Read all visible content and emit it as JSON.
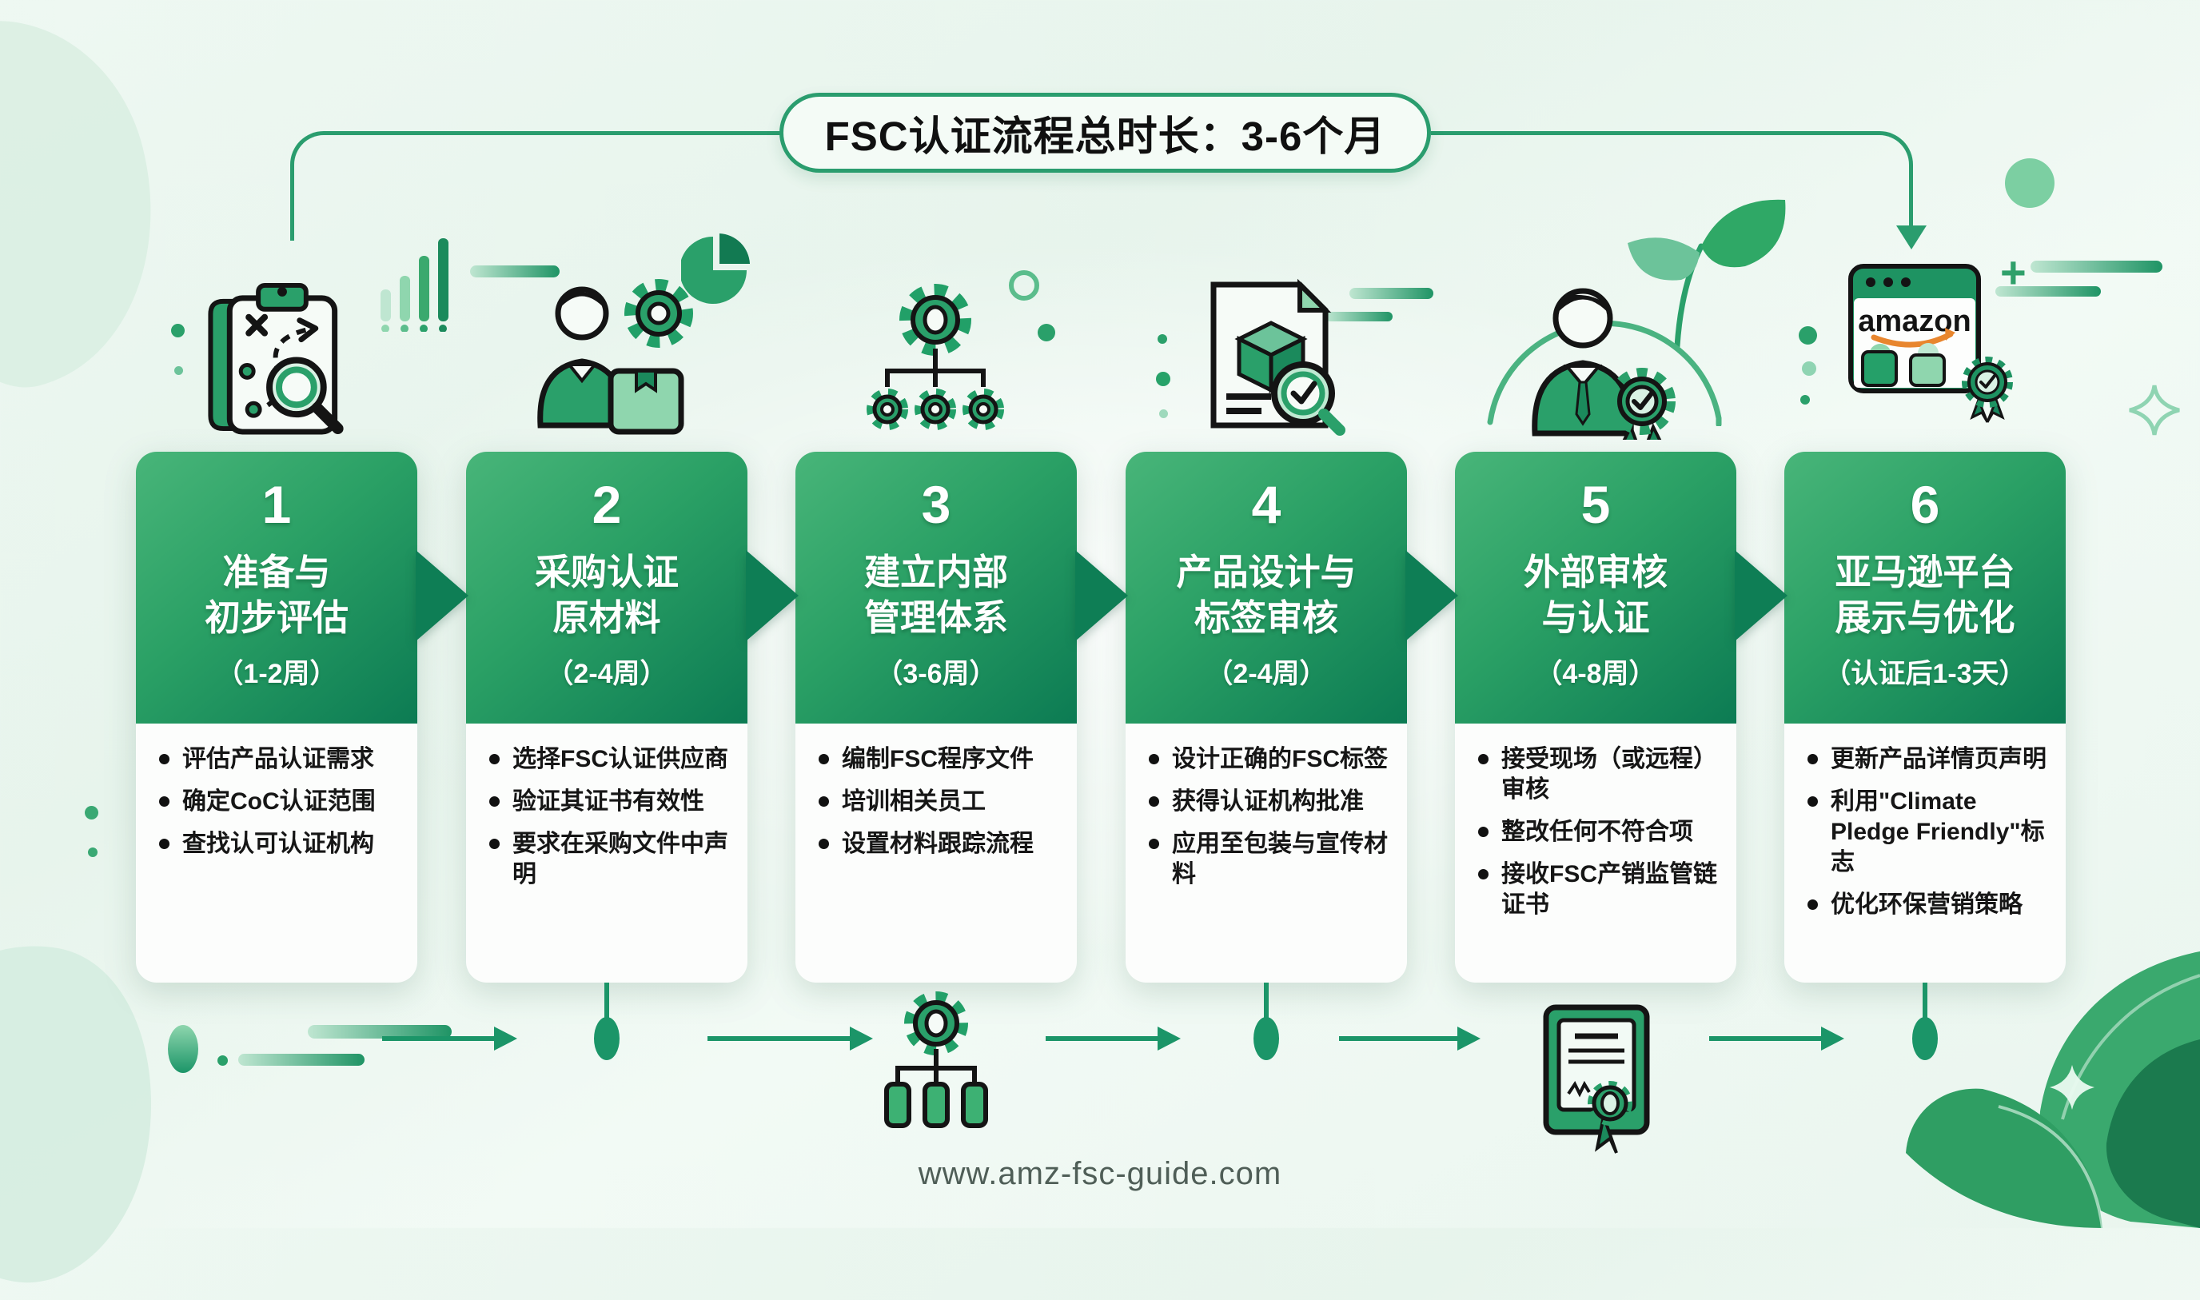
{
  "banner": {
    "title": "FSC认证流程总时长：3-6个月"
  },
  "steps": [
    {
      "number": "1",
      "icon": "clipboard-route-magnifier-icon",
      "title_line1": "准备与",
      "title_line2": "初步评估",
      "duration": "（1-2周）",
      "bullets": [
        "评估产品认证需求",
        "确定CoC认证范围",
        "查找认可认证机构"
      ]
    },
    {
      "number": "2",
      "icon": "supplier-box-gear-icon",
      "title_line1": "采购认证",
      "title_line2": "原材料",
      "duration": "（2-4周）",
      "bullets": [
        "选择FSC认证供应商",
        "验证其证书有效性",
        "要求在采购文件中声明"
      ]
    },
    {
      "number": "3",
      "icon": "gear-hierarchy-icon",
      "title_line1": "建立内部",
      "title_line2": "管理体系",
      "duration": "（3-6周）",
      "bullets": [
        "编制FSC程序文件",
        "培训相关员工",
        "设置材料跟踪流程"
      ]
    },
    {
      "number": "4",
      "icon": "document-box-inspect-icon",
      "title_line1": "产品设计与",
      "title_line2": "标签审核",
      "duration": "（2-4周）",
      "bullets": [
        "设计正确的FSC标签",
        "获得认证机构批准",
        "应用至包装与宣传材料"
      ]
    },
    {
      "number": "5",
      "icon": "auditor-badge-icon",
      "title_line1": "外部审核",
      "title_line2": "与认证",
      "duration": "（4-8周）",
      "bullets": [
        "接受现场（或远程）审核",
        "整改任何不符合项",
        "接收FSC产销监管链证书"
      ]
    },
    {
      "number": "6",
      "icon": "amazon-browser-badge-icon",
      "title_line1": "亚马逊平台",
      "title_line2": "展示与优化",
      "duration": "（认证后1-3天）",
      "bullets": [
        "更新产品详情页声明",
        "利用\"Climate Pledge Friendly\"标志",
        "优化环保营销策略"
      ]
    }
  ],
  "icons": {
    "amazon_label": "amazon"
  },
  "footer": {
    "url": "www.amz-fsc-guide.com"
  },
  "colors": {
    "accent_green": "#2aa065",
    "dark_green": "#0c7b53",
    "line_green": "#1b9568",
    "amazon_orange": "#e8862e"
  }
}
